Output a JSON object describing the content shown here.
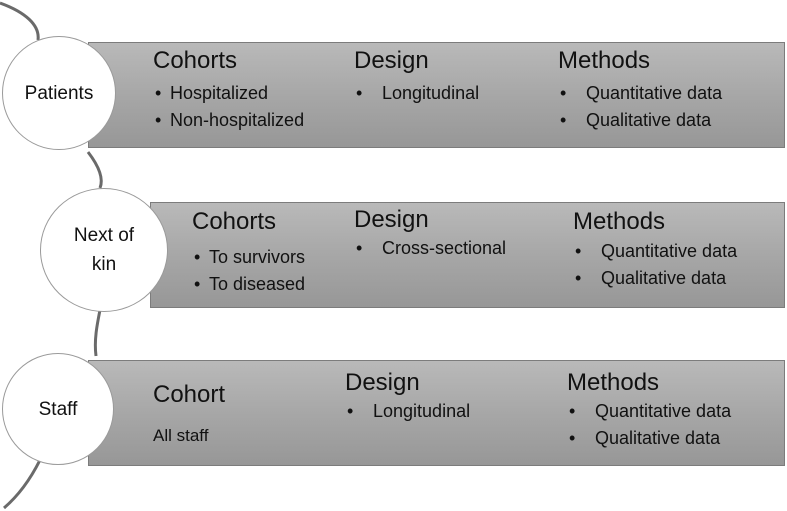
{
  "rows": [
    {
      "circle_label": "Patients",
      "columns": [
        {
          "title": "Cohorts",
          "items": [
            "Hospitalized",
            "Non-hospitalized"
          ]
        },
        {
          "title": "Design",
          "items": [
            "Longitudinal"
          ]
        },
        {
          "title": "Methods",
          "items": [
            "Quantitative data",
            "Qualitative data"
          ]
        }
      ]
    },
    {
      "circle_label": "Next of kin",
      "columns": [
        {
          "title": "Cohorts",
          "items": [
            "To survivors",
            "To diseased"
          ]
        },
        {
          "title": "Design",
          "items": [
            "Cross-sectional"
          ]
        },
        {
          "title": "Methods",
          "items": [
            "Quantitative data",
            "Qualitative data"
          ]
        }
      ]
    },
    {
      "circle_label": "Staff",
      "columns": [
        {
          "title": "Cohort",
          "text": "All staff"
        },
        {
          "title": "Design",
          "items": [
            "Longitudinal"
          ]
        },
        {
          "title": "Methods",
          "items": [
            "Quantitative data",
            "Qualitative data"
          ]
        }
      ]
    }
  ],
  "colors": {
    "band_fill": "#a8a8a8",
    "band_border": "#7c7c7c",
    "circle_fill": "#ffffff",
    "connector": "#555555"
  }
}
